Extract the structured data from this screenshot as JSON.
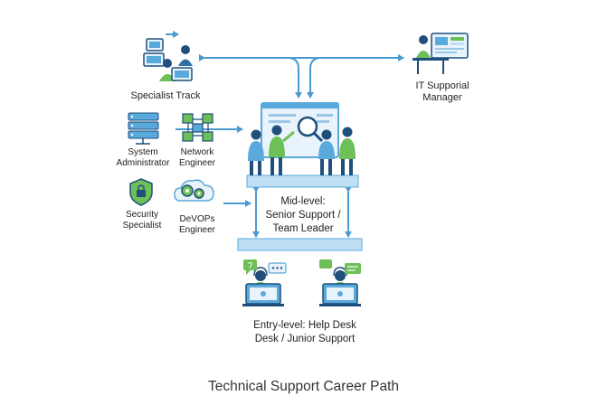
{
  "title": "Technical Support Career Path",
  "colors": {
    "accent": "#5aa9dc",
    "arrow": "#4a9ad4",
    "platform": "#bfe0f4",
    "dark": "#1f4f7a",
    "green": "#6dbf58"
  },
  "nodes": {
    "specialist_track": "Specialist Track",
    "manager": [
      "IT Supporial",
      "Manager"
    ],
    "sysadmin": [
      "System",
      "Administrator"
    ],
    "network": [
      "Network",
      "Engineer"
    ],
    "security": [
      "Security",
      "Specialist"
    ],
    "devops": [
      "DeVOPs",
      "Engineer"
    ],
    "mid_level": [
      "Mid-level:",
      "Senior Support /",
      "Team Leader"
    ],
    "entry_level": [
      "Entry-level: Help Desk",
      "Desk / Junior Support"
    ]
  },
  "icons": [
    "server-stack-icon",
    "network-topology-icon",
    "security-shield-icon",
    "cloud-gears-icon",
    "manager-desk-icon",
    "specialist-computers-icon",
    "team-whiteboard-icon",
    "help-desk-agent-icon",
    "chat-bubble-icon",
    "question-bubble-icon"
  ],
  "speech": {
    "question": "?",
    "dots": "…"
  }
}
